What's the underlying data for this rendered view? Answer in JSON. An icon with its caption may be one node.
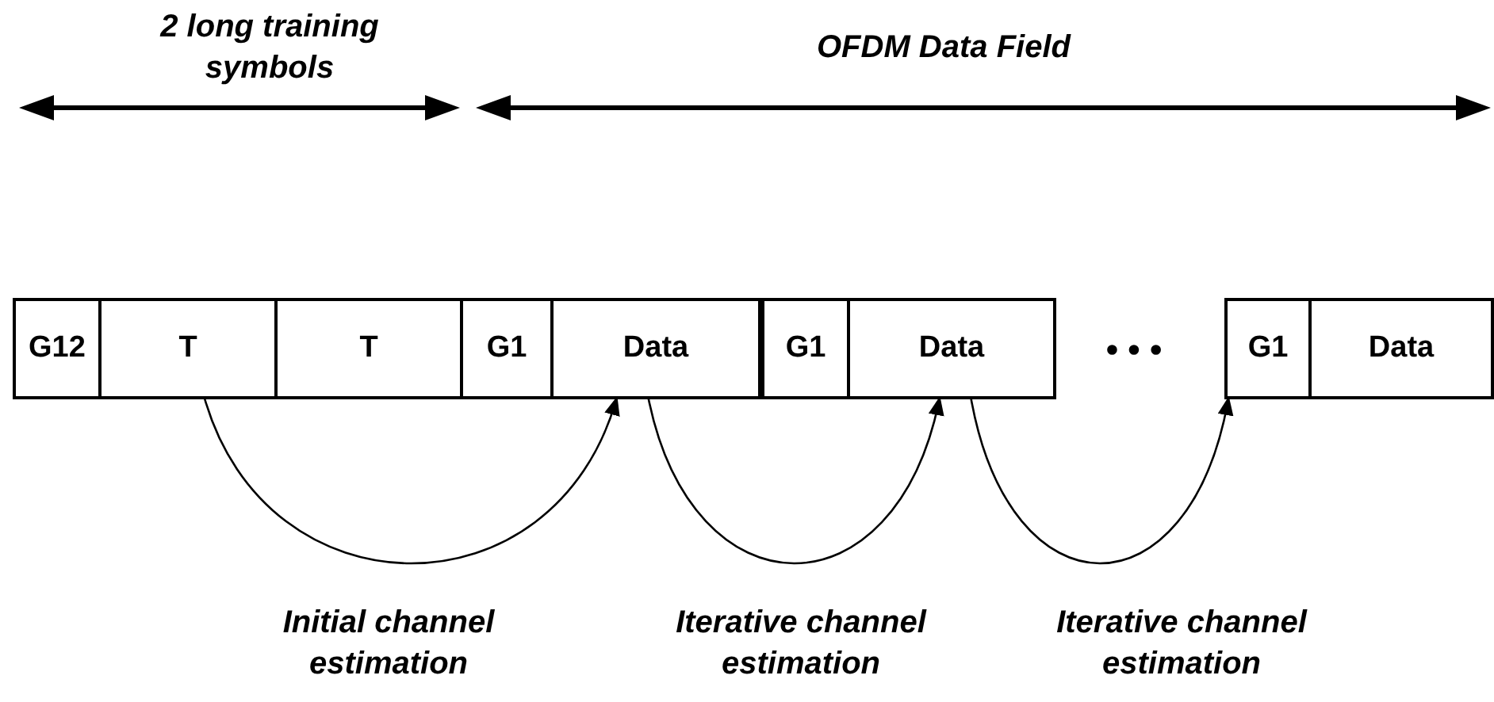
{
  "diagram": {
    "nodes": [
      {
        "text": [
          "G12"
        ]
      },
      {
        "text": [
          "T"
        ]
      },
      {
        "text": [
          "T"
        ]
      },
      {
        "text": [
          "G1"
        ]
      },
      {
        "text": [
          "Data"
        ]
      },
      {
        "text": [
          "G1"
        ]
      },
      {
        "text": [
          "Data"
        ]
      },
      {
        "text": [
          "G1"
        ]
      },
      {
        "text": [
          "Data"
        ]
      }
    ],
    "edges": [
      {
        "from": 1,
        "to": 4,
        "arrow": "to",
        "label": "Initial channel estimation"
      },
      {
        "from": 4,
        "to": 6,
        "arrow": "to",
        "label": "Iterative channel estimation"
      },
      {
        "from": 6,
        "to": 7,
        "arrow": "to",
        "label": "Iterative channel estimation"
      }
    ],
    "labels": [
      "2 long training symbols",
      "OFDM Data Field",
      "• • •"
    ]
  }
}
